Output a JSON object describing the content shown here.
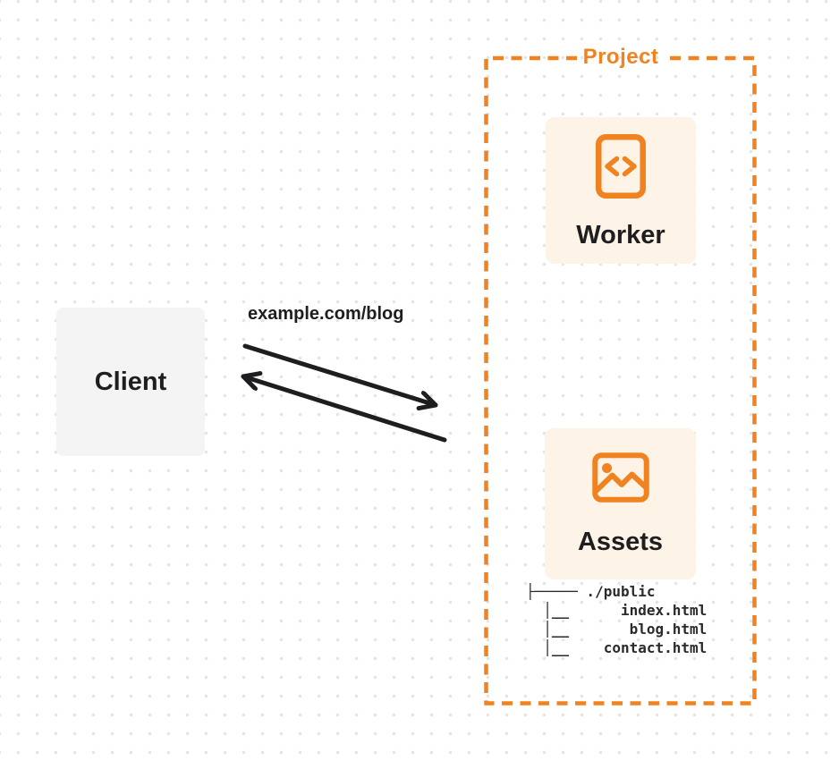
{
  "colors": {
    "accent": "#F0821F",
    "card-bg": "#FDF3E6",
    "client-bg": "#F4F4F5",
    "ink": "#1E1E21",
    "tree-ink": "#2A2A2C",
    "dot": "#E5E5E8"
  },
  "client": {
    "label": "Client"
  },
  "request": {
    "url_label": "example.com/blog"
  },
  "project": {
    "label": "Project",
    "worker": {
      "label": "Worker",
      "icon": "code-file-icon"
    },
    "assets": {
      "label": "Assets",
      "icon": "image-icon",
      "file_tree": "├───── ./public\n  │__      index.html\n  │__       blog.html\n  │__    contact.html"
    }
  }
}
